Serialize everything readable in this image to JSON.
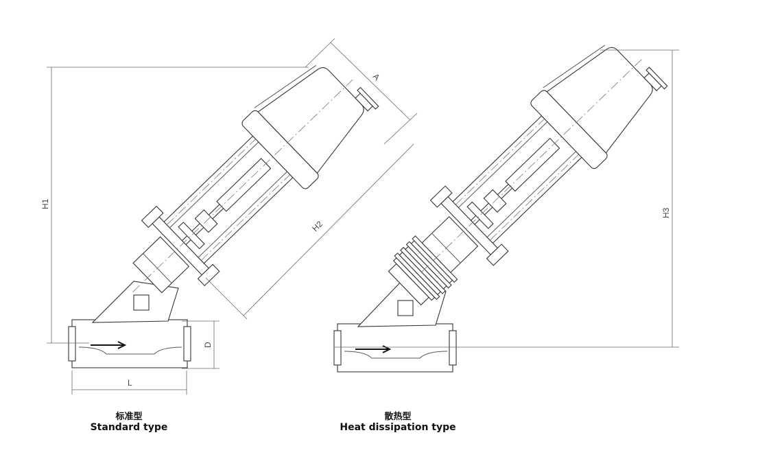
{
  "dimensions": {
    "h1": "H1",
    "h2": "H2",
    "h3": "H3",
    "a": "A",
    "d": "D",
    "l": "L"
  },
  "captions": {
    "standard": {
      "cn": "标准型",
      "en": "Standard type"
    },
    "heat": {
      "cn": "散热型",
      "en": "Heat dissipation type"
    }
  }
}
